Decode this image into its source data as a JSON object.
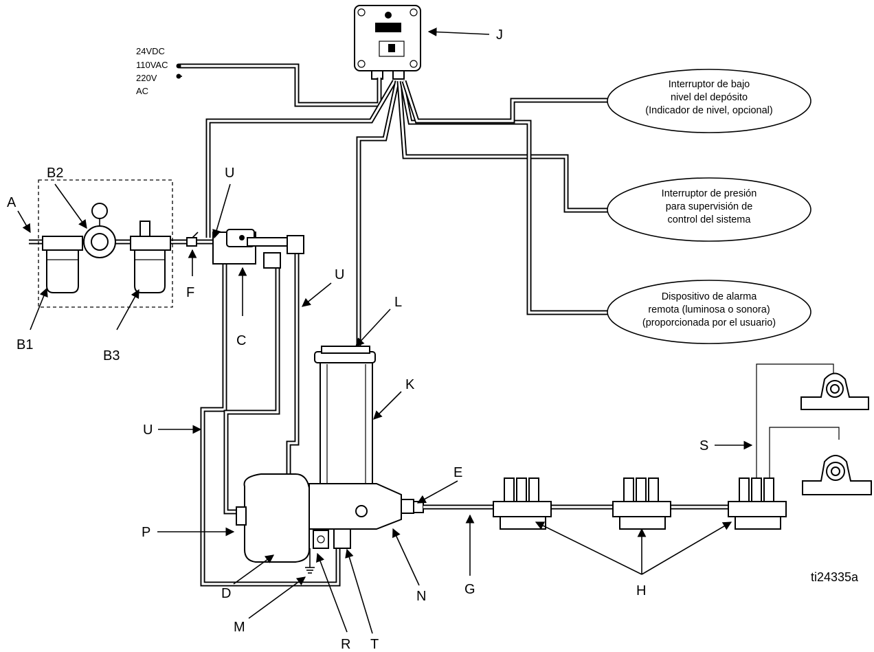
{
  "power_options": [
    "24VDC",
    "110VAC",
    "220V",
    "AC"
  ],
  "callouts": {
    "A": "A",
    "B1": "B1",
    "B2": "B2",
    "B3": "B3",
    "C": "C",
    "D": "D",
    "E": "E",
    "F": "F",
    "G": "G",
    "H": "H",
    "J": "J",
    "K": "K",
    "L": "L",
    "M": "M",
    "N": "N",
    "P": "P",
    "R": "R",
    "S": "S",
    "T": "T",
    "U1": "U",
    "U2": "U",
    "U3": "U"
  },
  "ovals": [
    {
      "lines": [
        "Interruptor de bajo",
        "nivel del depósito",
        "(Indicador de nivel, opcional)"
      ]
    },
    {
      "lines": [
        "Interruptor de presión",
        "para supervisión de",
        "control del sistema"
      ]
    },
    {
      "lines": [
        "Dispositivo de alarma",
        "remota (luminosa o sonora)",
        "(proporcionada por el usuario)"
      ]
    }
  ],
  "figure_id": "ti24335a"
}
